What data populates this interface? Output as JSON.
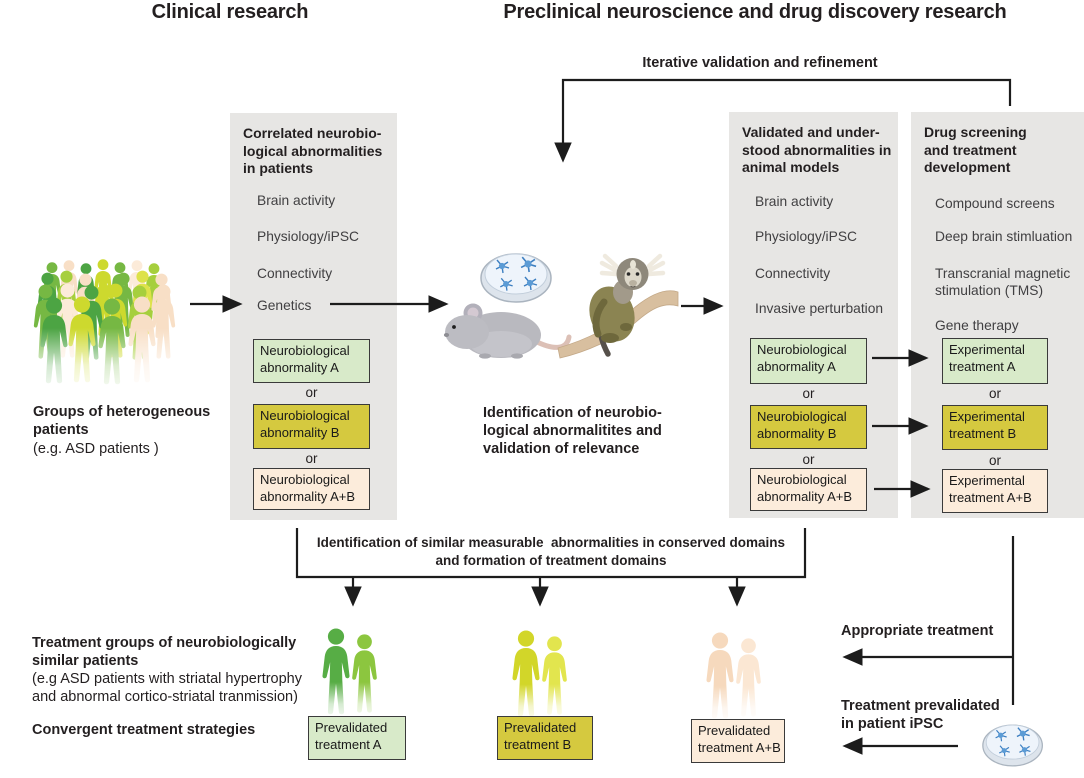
{
  "titles": {
    "clinical": "Clinical research",
    "preclinical": "Preclinical neuroscience and drug discovery research"
  },
  "flow_labels": {
    "iterative": "Iterative validation and refinement",
    "bracket": "Identification of similar measurable  abnormalities in conserved domains\nand formation of treatment domains",
    "appropriate": "Appropriate treatment",
    "prevalidated_ipsc": "Treatment prevalidated\nin patient iPSC"
  },
  "panels": {
    "patients": {
      "title": "Correlated neurobio-\nlogical abnormalities\nin patients",
      "items": [
        "Brain activity",
        "Physiology/iPSC",
        "Connectivity",
        "Genetics"
      ]
    },
    "animal_models": {
      "title": "Validated and under-\nstood abnormalities in\nanimal models",
      "items": [
        "Brain activity",
        "Physiology/iPSC",
        "Connectivity",
        "Invasive perturbation"
      ]
    },
    "drug_screening": {
      "title": "Drug screening\nand treatment\ndevelopment",
      "items": [
        "Compound screens",
        "Deep brain stimluation",
        "Transcranial magnetic\nstimulation (TMS)",
        "Gene therapy"
      ]
    }
  },
  "boxes": {
    "or": "or",
    "abnormality": {
      "a": "Neurobiological\nabnormality A",
      "b": "Neurobiological\nabnormality B",
      "ab": "Neurobiological\nabnormality A+B"
    },
    "experimental": {
      "a": "Experimental\ntreatment A",
      "b": "Experimental\ntreatment B",
      "ab": "Experimental\ntreatment A+B"
    },
    "prevalidated": {
      "a": "Prevalidated\ntreatment A",
      "b": "Prevalidated\ntreatment B",
      "ab": "Prevalidated\ntreatment A+B"
    }
  },
  "captions": {
    "groups_title": "Groups of heterogeneous\npatients",
    "groups_note": "(e.g. ASD patients )",
    "identification": "Identification of neurobio-\nlogical abnormalitites and\nvalidation of relevance",
    "treatment_groups_title": "Treatment groups of neurobiologically\nsimilar patients",
    "treatment_groups_note": "(e.g ASD patients with striatal hypertrophy\nand abnormal cortico-striatal tranmission)",
    "convergent": "Convergent treatment strategies"
  },
  "colors": {
    "panel_bg": "#e7e6e4",
    "box_green": "#d8eac9",
    "box_olive": "#d5c93f",
    "box_peach": "#fcecdb",
    "box_border": "#3a3a3a",
    "line": "#1c1c1c"
  },
  "icons": {
    "crowd": "patient-crowd",
    "mouse": "mouse",
    "marmoset": "marmoset",
    "petri_dish": "neuron-petri-dish",
    "patient_pairs": [
      "patient-pair-a",
      "patient-pair-b",
      "patient-pair-ab"
    ]
  }
}
